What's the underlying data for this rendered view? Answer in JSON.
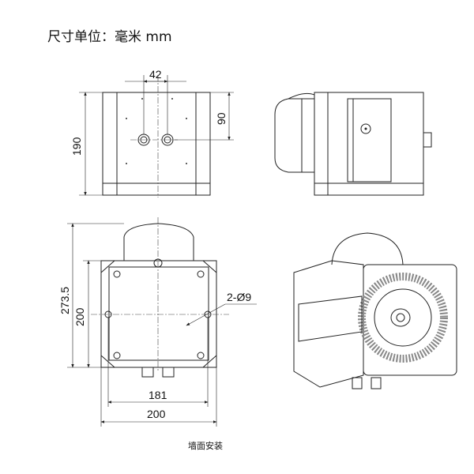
{
  "header": {
    "unit_label": "尺寸单位：毫米 mm"
  },
  "dimensions": {
    "hole_spacing": "42",
    "hole_height": "90",
    "front_height": "190",
    "total_height": "273.5",
    "body_height": "200",
    "mount_holes": "2-Ø9",
    "hole_width": "181",
    "body_width": "200"
  },
  "caption": "墙面安装"
}
